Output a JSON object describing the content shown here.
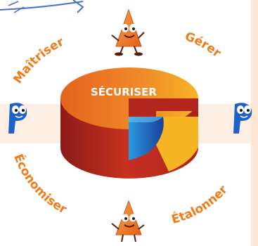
{
  "center": {
    "label": "SÉCURISER"
  },
  "stages": {
    "top_left": "Maîtriser",
    "top_right": "Gérer",
    "bottom_left": "Économiser",
    "bottom_right": "Étalonner"
  },
  "colors": {
    "stage_text": "#f07b1a",
    "center_text": "#ffffff",
    "cylinder_top": "#f0802a",
    "cylinder_side": "#b3261e",
    "insert_blue": "#1f5fc2",
    "background_band": "#fdeee4"
  },
  "decorations": {
    "mascots": [
      "orange-triangle-mascot-top",
      "orange-triangle-mascot-bottom"
    ],
    "side_icons": [
      "blue-p-character-left",
      "blue-p-character-right"
    ],
    "corner": "blue-sketch-doodle"
  }
}
